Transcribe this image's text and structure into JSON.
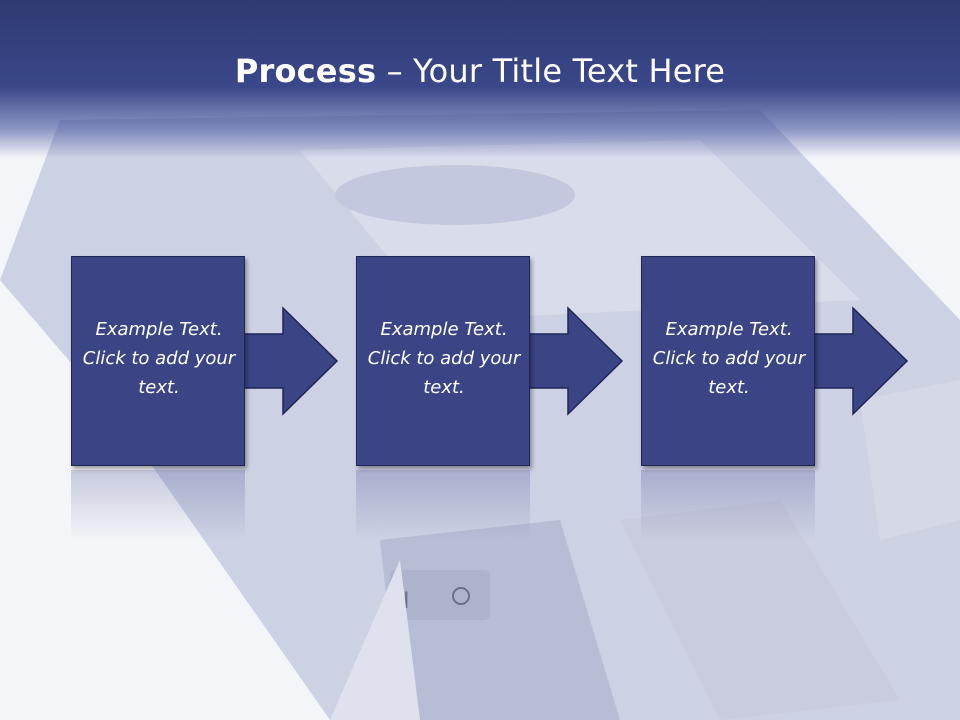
{
  "title": {
    "bold": "Process",
    "rest": " – Your Title Text Here"
  },
  "steps": [
    {
      "text": "Example Text. Click  to add your text."
    },
    {
      "text": "Example Text. Click  to add your text."
    },
    {
      "text": "Example Text. Click  to add your text."
    }
  ],
  "colors": {
    "header": "#34407c",
    "box": "#3b4586",
    "text": "#ffffff"
  }
}
